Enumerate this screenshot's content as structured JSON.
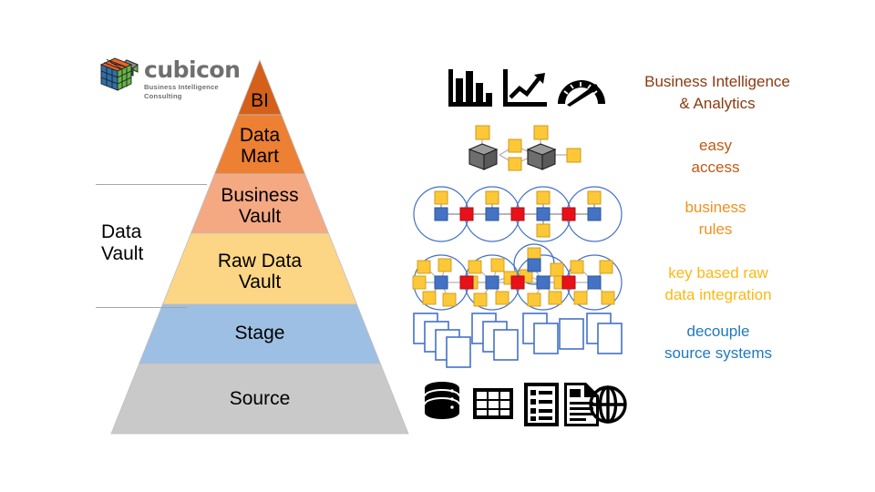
{
  "logo": {
    "name": "cubicon",
    "tagline": "Business Intelligence Consulting",
    "cube_icon": "rubiks-cube-icon",
    "colors": {
      "orange": "#E8642A",
      "blue": "#2E6FA8",
      "green": "#63B646",
      "text": "#6E6F71"
    }
  },
  "pyramid": {
    "layers": [
      {
        "id": "bi",
        "label": "BI",
        "color": "#D4601A"
      },
      {
        "id": "data-mart",
        "label": "Data\nMart",
        "color": "#ED8033"
      },
      {
        "id": "business-vault",
        "label": "Business\nVault",
        "color": "#F4A983"
      },
      {
        "id": "raw-data-vault",
        "label": "Raw Data\nVault",
        "color": "#FCD684"
      },
      {
        "id": "stage",
        "label": "Stage",
        "color": "#9DBFE3"
      },
      {
        "id": "source",
        "label": "Source",
        "color": "#C9C9C9"
      }
    ],
    "bracket": {
      "label": "Data\nVault",
      "line_color": "#A6A6A6"
    }
  },
  "right_labels": [
    {
      "id": "bi-label",
      "text": "Business Intelligence\n& Analytics",
      "color": "#8B3A10",
      "size": 17
    },
    {
      "id": "data-mart-label",
      "text": "easy\naccess",
      "color": "#C05A12",
      "size": 17
    },
    {
      "id": "business-vault-label",
      "text": "business\nrules",
      "color": "#F0911E",
      "size": 17
    },
    {
      "id": "raw-vault-label",
      "text": "key based raw\ndata integration",
      "color": "#FCB813",
      "size": 17
    },
    {
      "id": "stage-label",
      "text": "decouple\nsource systems",
      "color": "#2079C1",
      "size": 17
    }
  ],
  "icon_rows": [
    {
      "id": "bi-icons",
      "icons": [
        "bar-chart-icon",
        "line-chart-trend-icon",
        "gauge-icon"
      ]
    },
    {
      "id": "data-mart-icons",
      "icons": [
        "cube-icon",
        "cube-icon",
        "data-square-icon"
      ],
      "cube_color": "#6E6E6E",
      "square_color": "#FCC838"
    },
    {
      "id": "business-vault-icons",
      "description": "four overlapping circles, hub-link-satellite model",
      "circle_count": 4,
      "hub_color": "#4472C4",
      "link_color": "#E8111A",
      "satellite_color": "#FCC838",
      "circle_stroke": "#4472C4"
    },
    {
      "id": "raw-vault-icons",
      "description": "four overlapping circles with dense satellite clusters",
      "circle_count": 4,
      "hub_color": "#4472C4",
      "link_color": "#E8111A",
      "satellite_color": "#FCC838",
      "circle_stroke": "#4472C4"
    },
    {
      "id": "stage-icons",
      "description": "cascading document rectangles",
      "stack_count": 4,
      "stroke": "#4472C4"
    },
    {
      "id": "source-icons",
      "icons": [
        "database-icon",
        "table-grid-icon",
        "list-document-icon",
        "text-document-icon",
        "globe-icon"
      ],
      "color": "#000000"
    }
  ]
}
